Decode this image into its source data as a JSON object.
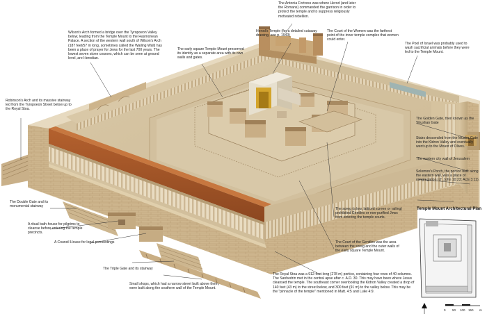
{
  "labels": {
    "antonia": "The Antonia Fortress was where Herod (and later the Romans) commanded the garrison in order to protect the temple and to suppress religiously motivated rebellion.",
    "herods_temple": "Herod's Temple (for a detailed cutaway drawing, see p. 1943)",
    "wilsons_arch": "Wilson's Arch formed a bridge over the Tyropoeon Valley below, leading from the Temple Mount to the Hasmonean Palace. A section of the western wall south of Wilson's Arch (187 feet/57 m long, sometimes called the Wailing Wall) has been a place of prayer for Jews for the last 700 years. The lowest seven stone courses, which can be seen at ground level, are Herodian.",
    "square_temple_mount": "The early square Temple Mount preserved its identity as a separate area with its own walls and gates.",
    "court_women": "The Court of the Women was the farthest point of the inner temple complex that women could enter.",
    "pool": "The Pool of Israel was probably used to wash sacrificial animals before they were led to the Temple Mount.",
    "robinsons_arch": "Robinson's Arch and its massive stairway led from the Tyropoeon Street below up to the Royal Stoa.",
    "golden_gate": "The Golden Gate, then known as the Shushan Gate",
    "stairs_mount": "Stairs descended from the Muster Gate into the Kidron Valley and eventually went up to the Mount of Olives.",
    "eastern_wall": "The eastern city wall of Jerusalem",
    "solomons_porch": "Solomon's Porch, the portico built along the eastern wall, was a place of congregation (cf. John 10:23; Acts 3:11).",
    "double_gate": "The Double Gate and its monumental stairway",
    "soreg": "The soreg (a low, latticed screen or railing) prohibited Gentiles or non-purified Jews from entering the temple courts.",
    "bath_house": "A ritual bath-house for pilgrims to cleanse before entering the temple precincts.",
    "council_house": "A Council House for legal proceedings",
    "court_gentiles": "The Court of the Gentiles was the area between the soreg and the outer walls of the early square Temple Mount.",
    "triple_gate": "The Triple Gate and its stairway",
    "small_shops": "Small shops, which had a narrow street built above them, were built along the southern wall of the Temple Mount.",
    "royal_stoa": "The Royal Stoa was a 912-foot-long (278 m) portico, containing four rows of 40 columns. The Sanhedrin met in the central apse after c. A.D. 30. This may have been where Jesus cleansed the temple. The southeast corner overlooking the Kidron Valley created a drop of 140 feet (43 m) to the street below, and 300 feet (91 m) to the valley below. This may be the \"pinnacle of the temple\" mentioned in Matt. 4:5 and Luke 4:9."
  },
  "plan": {
    "title": "Temple Mount Architectural Plan",
    "scale_ticks": [
      "0",
      "50",
      "100",
      "150"
    ],
    "scale_unit": "m"
  }
}
